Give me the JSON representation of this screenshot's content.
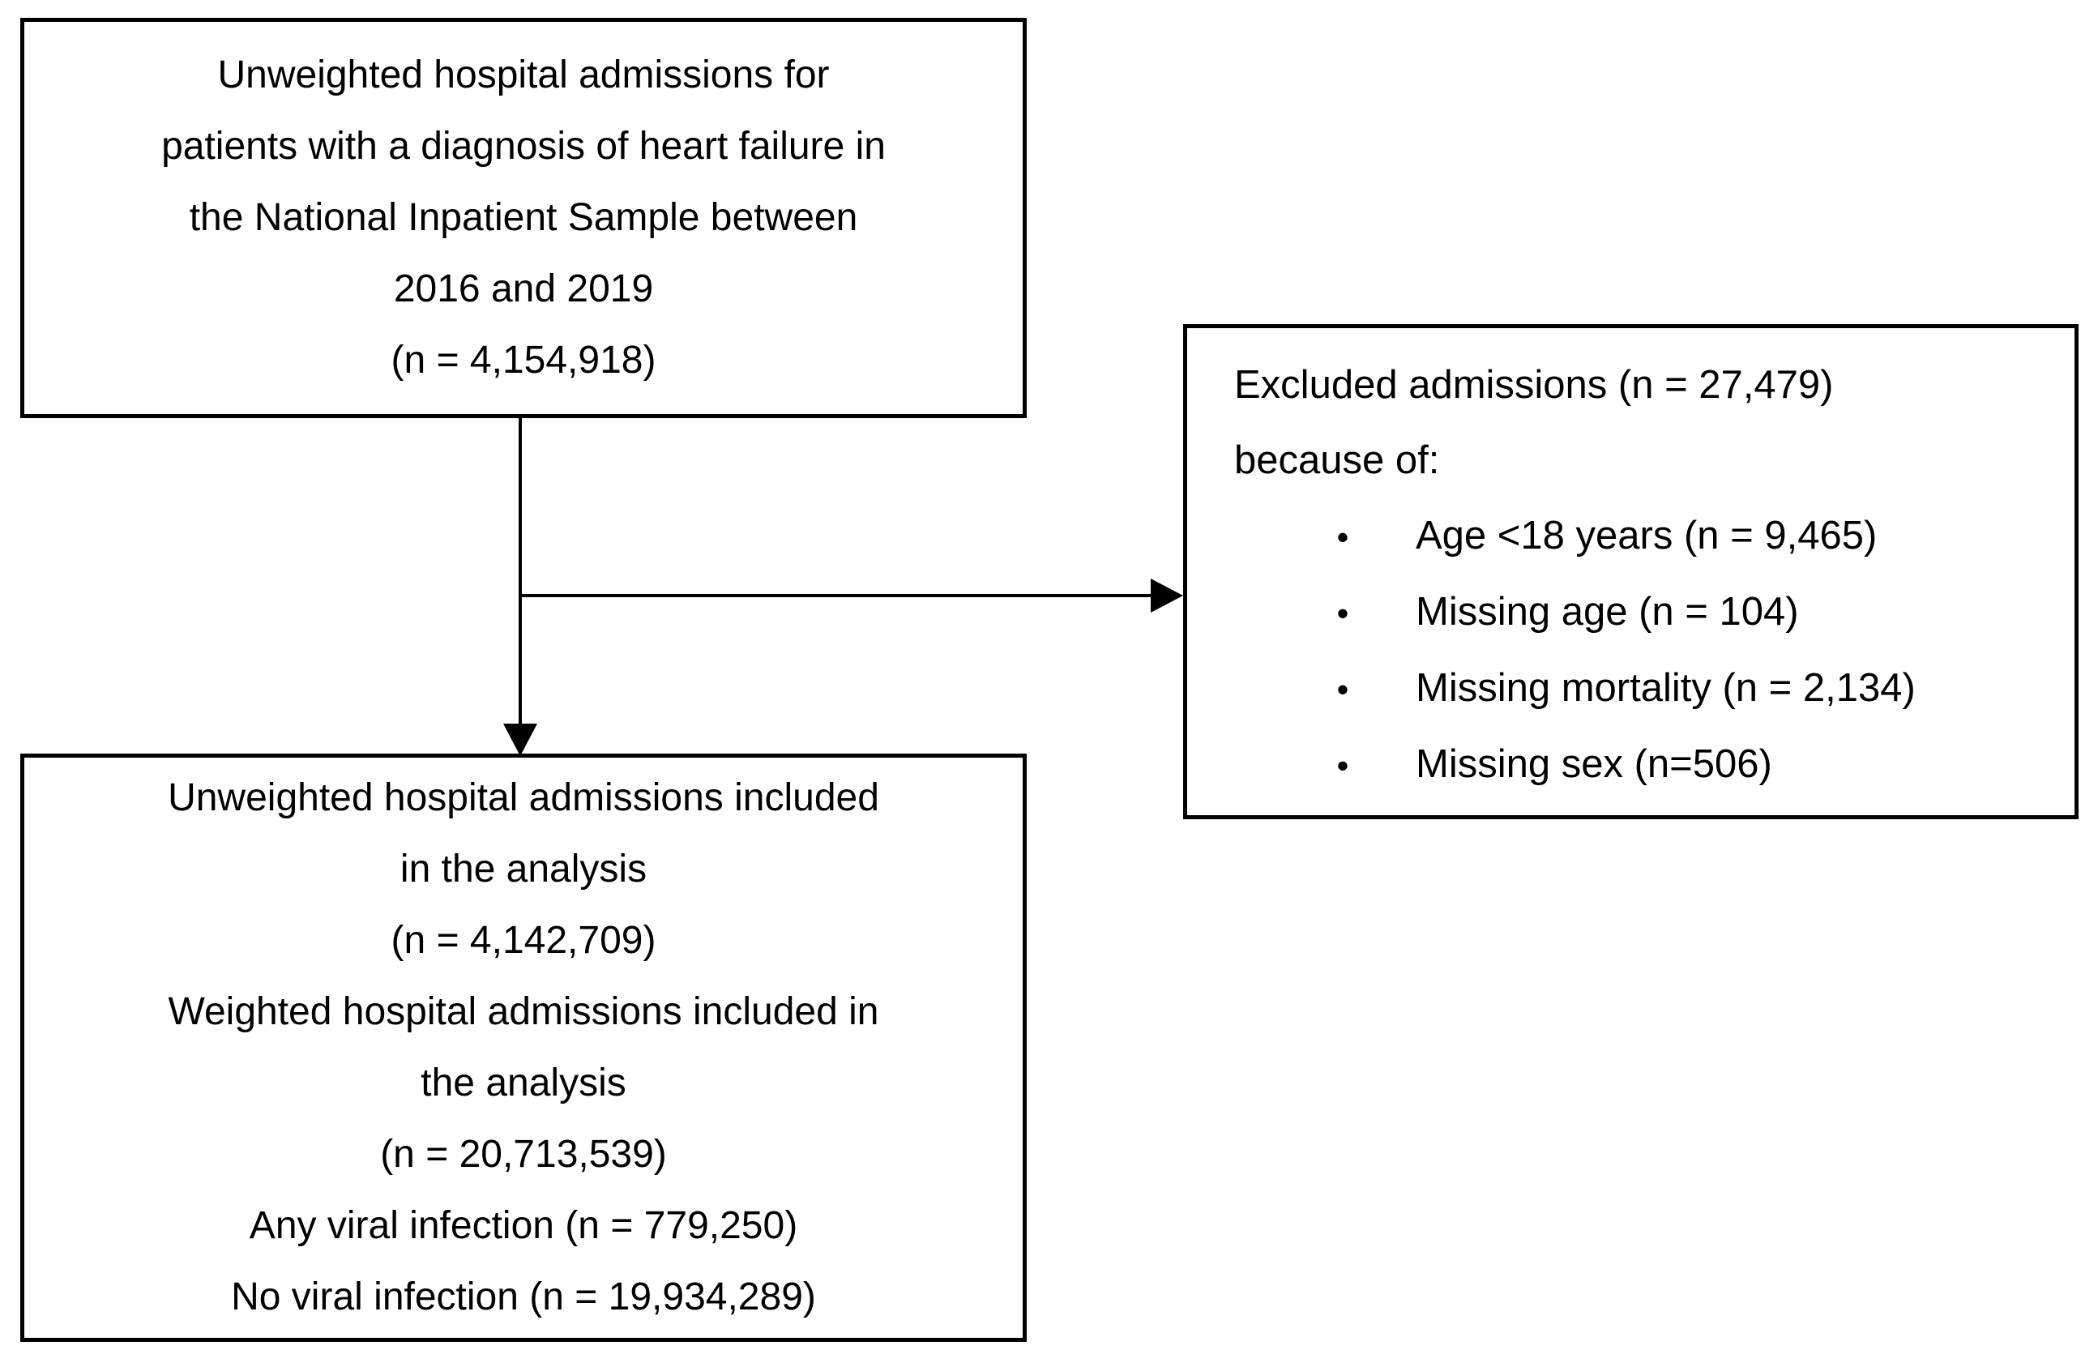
{
  "colors": {
    "background": "#ffffff",
    "box_border": "#000000",
    "text": "#000000",
    "connector": "#000000"
  },
  "flowchart": {
    "source_box": {
      "lines": [
        "Unweighted hospital admissions for",
        "patients with a diagnosis of heart failure in",
        "the National Inpatient Sample between",
        "2016 and 2019",
        "(n = 4,154,918)"
      ]
    },
    "excluded_box": {
      "title_lines": [
        "Excluded admissions (n = 27,479)",
        "because of:"
      ],
      "bullet_glyph": "•",
      "bullets": [
        "Age <18 years (n = 9,465)",
        "Missing age (n = 104)",
        "Missing mortality (n = 2,134)",
        "Missing sex (n=506)"
      ]
    },
    "included_box": {
      "lines": [
        "Unweighted hospital admissions included",
        "in the analysis",
        "(n = 4,142,709)",
        "Weighted hospital admissions included in",
        "the analysis",
        "(n = 20,713,539)",
        "Any viral infection (n = 779,250)",
        "No viral infection (n = 19,934,289)"
      ]
    }
  }
}
